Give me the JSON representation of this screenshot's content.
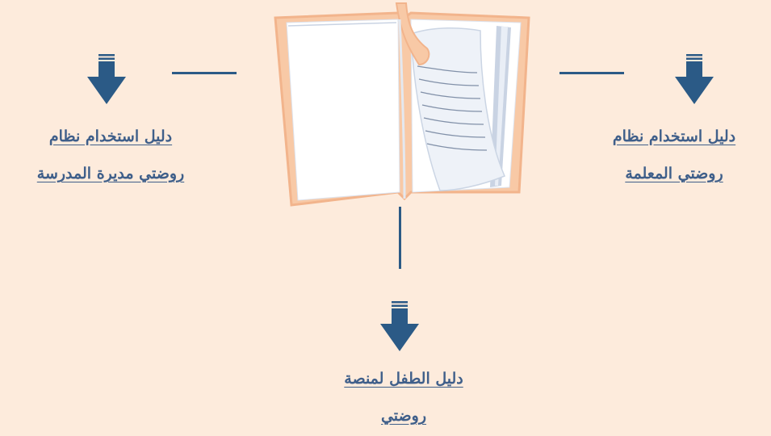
{
  "colors": {
    "background": "#fdebdc",
    "connector": "#2b5a86",
    "link_text": "#3f5f8a"
  },
  "icons": {
    "center": "open-book-icon",
    "arrows": "down-arrow-icon"
  },
  "links": {
    "left": {
      "line1": "دليل استخدام نظام",
      "line2": "روضتي مديرة المدرسة"
    },
    "right": {
      "line1": "دليل استخدام نظام",
      "line2": "روضتي المعلمة"
    },
    "bottom": {
      "line1": "دليل الطفل لمنصة",
      "line2": "روضتي"
    }
  }
}
